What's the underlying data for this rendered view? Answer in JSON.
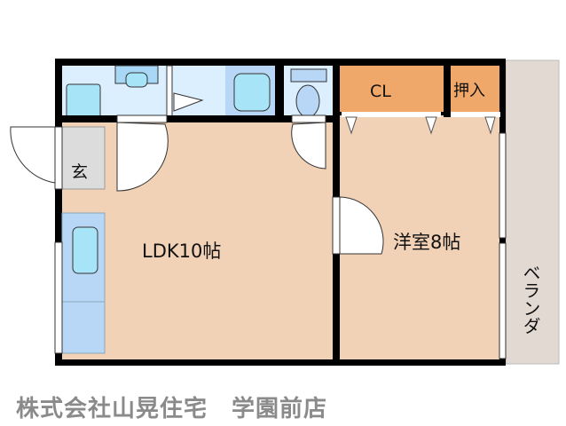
{
  "floorplan": {
    "rooms": {
      "entrance": "玄",
      "ldk": "LDK10帖",
      "bedroom": "洋室8帖",
      "closet": "CL",
      "oshiire": "押入",
      "balcony": "ベランダ"
    },
    "colors": {
      "room": "#f2d2b6",
      "storage": "#f0a86a",
      "wet": "#dcefff",
      "fixture": "#a8e4f8",
      "balcony": "#e2d9d2",
      "wall": "#000000",
      "entrance": "#dcdcdc",
      "kitchen": "#b8d6f6"
    }
  },
  "footer": {
    "company": "株式会社山晃住宅　学園前店"
  }
}
